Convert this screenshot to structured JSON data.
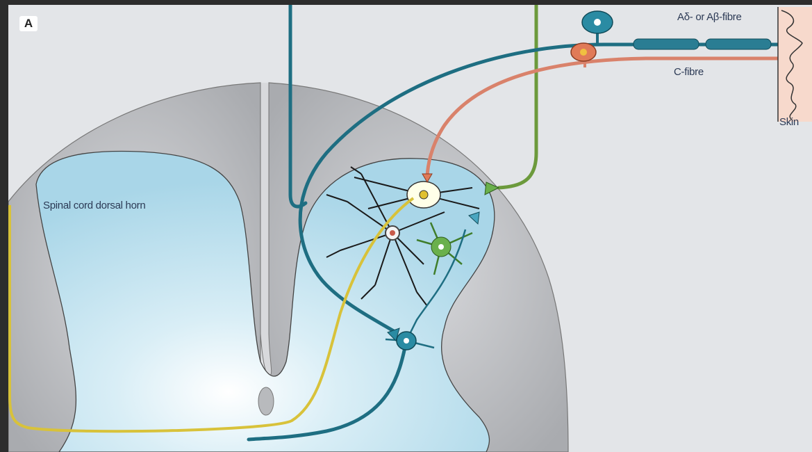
{
  "panel": {
    "letter": "A"
  },
  "labels": {
    "adelta_abeta": "Aδ- or Aβ-fibre",
    "c_fibre": "C-fibre",
    "skin": "Skin",
    "dorsal_horn": "Spinal cord dorsal horn"
  },
  "colors": {
    "background": "#e3e5e8",
    "white_matter": "#b6b8bc",
    "white_matter_inner": "#d2d4d7",
    "grey_matter": "#bfe0ec",
    "teal_fibre": "#1e6e82",
    "c_fibre": "#d9826b",
    "green_fibre": "#6c9a3c",
    "yellow_fibre": "#d8c23a",
    "skin": "#f7d9cc"
  }
}
